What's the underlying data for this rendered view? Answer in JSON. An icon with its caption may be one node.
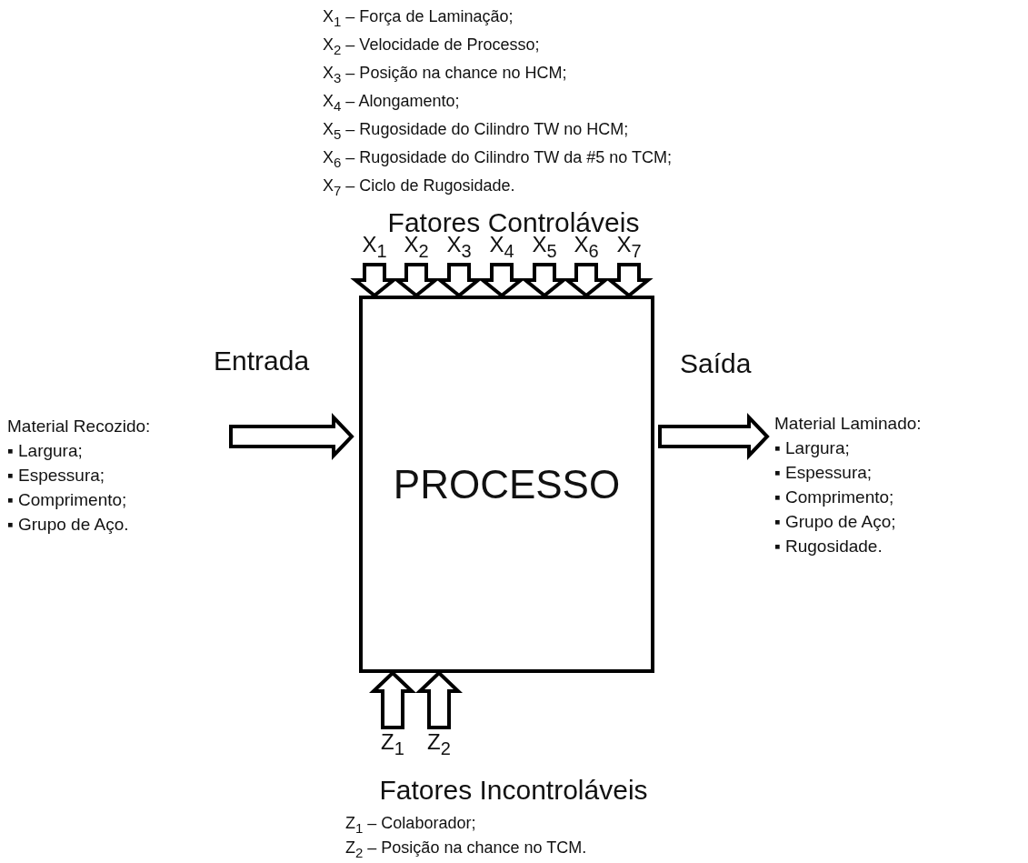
{
  "diagram": {
    "nodes": [
      {
        "text": [
          "PROCESSO"
        ]
      },
      {
        "text": [
          "X$_{1}$"
        ]
      },
      {
        "text": [
          "X$_{2}$"
        ]
      },
      {
        "text": [
          "X$_{3}$"
        ]
      },
      {
        "text": [
          "X$_{4}$"
        ]
      },
      {
        "text": [
          "X$_{5}$"
        ]
      },
      {
        "text": [
          "X$_{6}$"
        ]
      },
      {
        "text": [
          "X$_{7}$"
        ]
      },
      {
        "text": [
          "Material Recozido:",
          "▪ Largura;",
          "▪ Espessura;",
          "▪ Comprimento;",
          "▪ Grupo de Aço."
        ]
      },
      {
        "text": [
          "Material Laminado:",
          "▪ Largura;",
          "▪ Espessura;",
          "▪ Comprimento;",
          "▪ Grupo de Aço;",
          "▪ Rugosidade."
        ]
      },
      {
        "text": [
          "Z$_{1}$"
        ]
      },
      {
        "text": [
          "Z$_{2}$"
        ]
      }
    ],
    "edges": [
      {
        "from": 1,
        "to": 0,
        "arrow": "to"
      },
      {
        "from": 2,
        "to": 0,
        "arrow": "to"
      },
      {
        "from": 3,
        "to": 0,
        "arrow": "to"
      },
      {
        "from": 4,
        "to": 0,
        "arrow": "to"
      },
      {
        "from": 5,
        "to": 0,
        "arrow": "to"
      },
      {
        "from": 6,
        "to": 0,
        "arrow": "to"
      },
      {
        "from": 7,
        "to": 0,
        "arrow": "to"
      },
      {
        "from": 8,
        "to": 0,
        "arrow": "to",
        "label": "Entrada"
      },
      {
        "from": 0,
        "to": 9,
        "arrow": "to",
        "label": "Saída"
      },
      {
        "from": 10,
        "to": 0,
        "arrow": "to"
      },
      {
        "from": 11,
        "to": 0,
        "arrow": "to"
      }
    ],
    "labels": [
      "X$_{1}$ – Força de Laminação;",
      "X$_{2}$ – Velocidade de Processo;",
      "X$_{3}$ – Posição na chance no HCM;",
      "X$_{4}$ – Alongamento;",
      "X$_{5}$ – Rugosidade do Cilindro TW no HCM;",
      "X$_{6}$ – Rugosidade do Cilindro TW da #5 no TCM;",
      "X$_{7}$ – Ciclo de Rugosidade.",
      "Fatores Controláveis",
      "Fatores Incontroláveis",
      "Z$_{1}$ – Colaborador;",
      "Z$_{2}$ – Posição na chance no TCM."
    ]
  }
}
